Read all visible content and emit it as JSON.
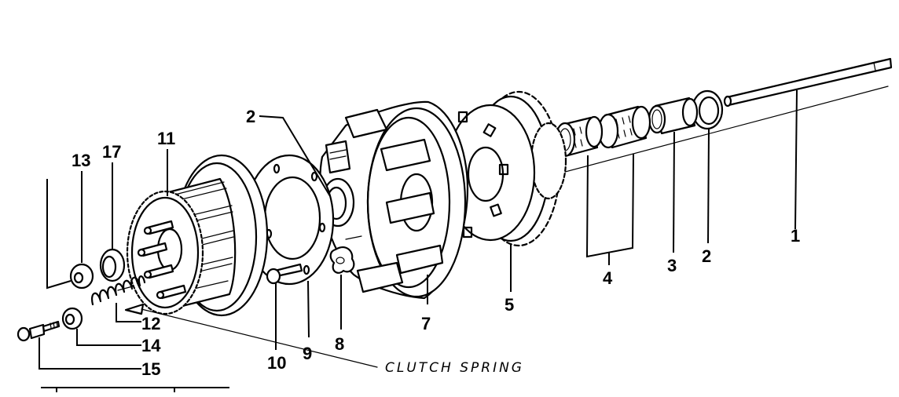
{
  "diagram": {
    "type": "exploded-view parts diagram",
    "subject": "clutch assembly",
    "labels": [
      {
        "id": "1",
        "text": "1",
        "part": "clutch push rod"
      },
      {
        "id": "2a",
        "text": "2",
        "part": "thrust washer (rear)"
      },
      {
        "id": "3",
        "text": "3",
        "part": "bushing"
      },
      {
        "id": "4",
        "text": "4",
        "part": "needle roller bearings"
      },
      {
        "id": "5",
        "text": "5",
        "part": "primary driven gear"
      },
      {
        "id": "2b",
        "text": "2",
        "part": "thrust washer (front)"
      },
      {
        "id": "7",
        "text": "7",
        "part": "clutch outer basket"
      },
      {
        "id": "8",
        "text": "8",
        "part": "lock washer / tab"
      },
      {
        "id": "9",
        "text": "9",
        "part": "plate"
      },
      {
        "id": "10",
        "text": "10",
        "part": "pin"
      },
      {
        "id": "11",
        "text": "11",
        "part": "clutch inner hub"
      },
      {
        "id": "12",
        "text": "12",
        "part": "clutch spring"
      },
      {
        "id": "13",
        "text": "13",
        "part": "nut"
      },
      {
        "id": "14",
        "text": "14",
        "part": "spring cup washer"
      },
      {
        "id": "15",
        "text": "15",
        "part": "bolt"
      },
      {
        "id": "17",
        "text": "17",
        "part": "washer"
      }
    ],
    "annotation": "CLUTCH SPRING"
  }
}
